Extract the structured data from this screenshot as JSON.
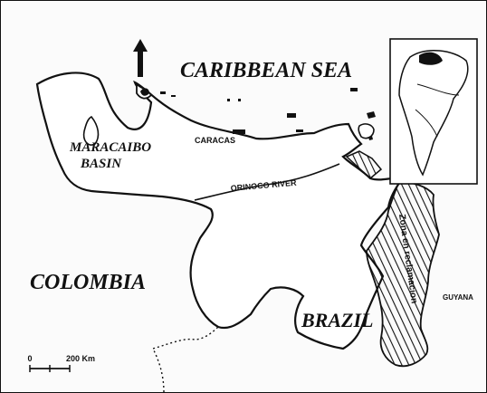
{
  "labels": {
    "sea": "CARIBBEAN SEA",
    "basin_line1": "MARACAIBO",
    "basin_line2": "BASIN",
    "capital": "CARACAS",
    "river": "ORINOCO RIVER",
    "country_west": "COLOMBIA",
    "country_south": "BRAZIL",
    "country_east": "GUYANA",
    "claim_zone": "Zona en reclamacion"
  },
  "scale_bar": {
    "start_label": "0",
    "end_label": "200 Km"
  },
  "north_arrow": {
    "label": "N"
  },
  "colors": {
    "ink": "#111111",
    "land": "#ffffff",
    "background": "#fbfbfb"
  }
}
